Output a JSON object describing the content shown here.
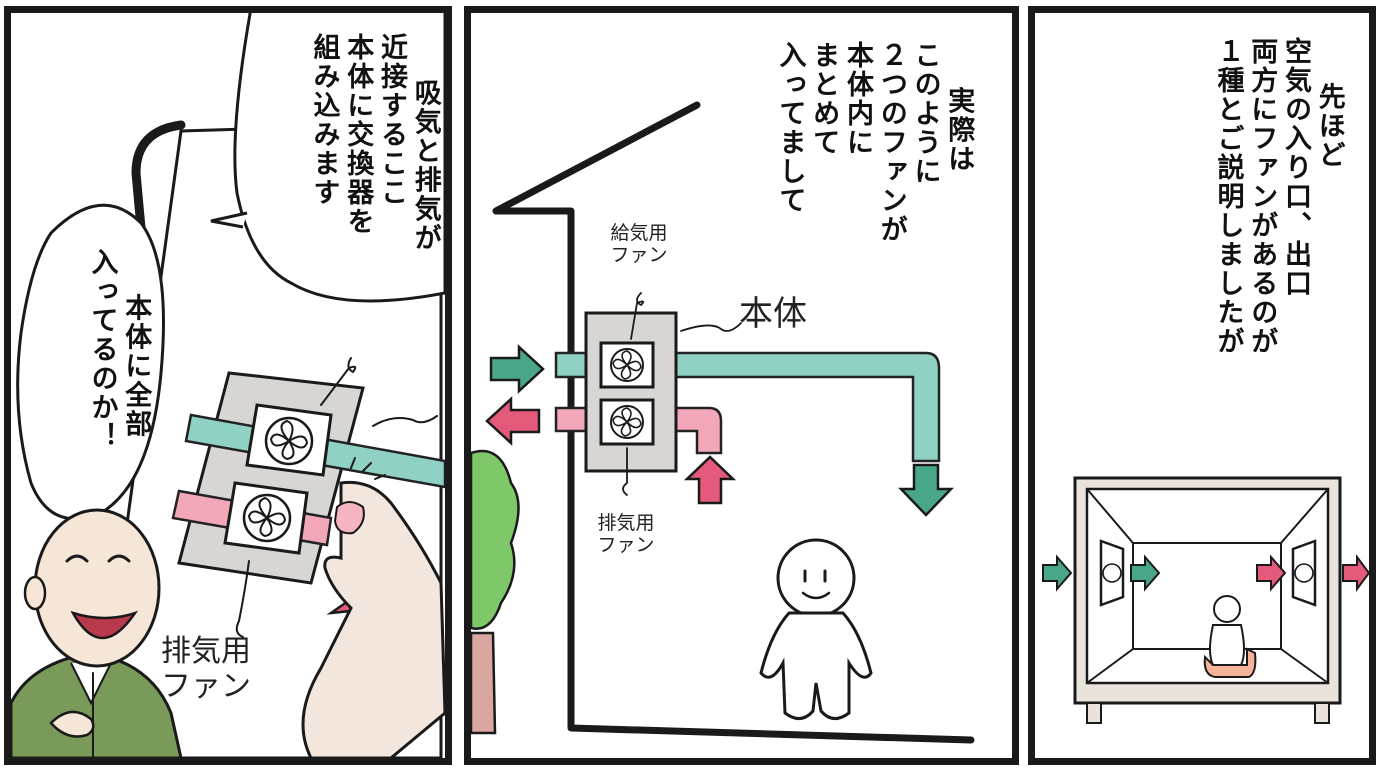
{
  "panel_left": {
    "bubble_top_lines": [
      "吸気と排気が",
      "近接するここ",
      "本体に交換器を",
      "組み込みます"
    ],
    "bubble_bottom_lines": [
      "本体に全部",
      "入ってるのか！"
    ],
    "fan_label_partial": "排気用\nファン"
  },
  "panel_center": {
    "narration_lines": [
      "実際は",
      "このように",
      "２つのファンが",
      "本体内に",
      "まとめて",
      "入ってまして"
    ],
    "supply_fan_label": "給気用\nファン",
    "exhaust_fan_label": "排気用\nファン",
    "unit_label": "本体"
  },
  "panel_right": {
    "narration_lines": [
      "先ほど",
      "空気の入り口、出口",
      "両方にファンがあるのが",
      "１種とご説明しましたが"
    ]
  },
  "colors": {
    "supply": "#8fd1c3",
    "exhaust": "#f2a8b8",
    "border": "#1a1a1a"
  }
}
